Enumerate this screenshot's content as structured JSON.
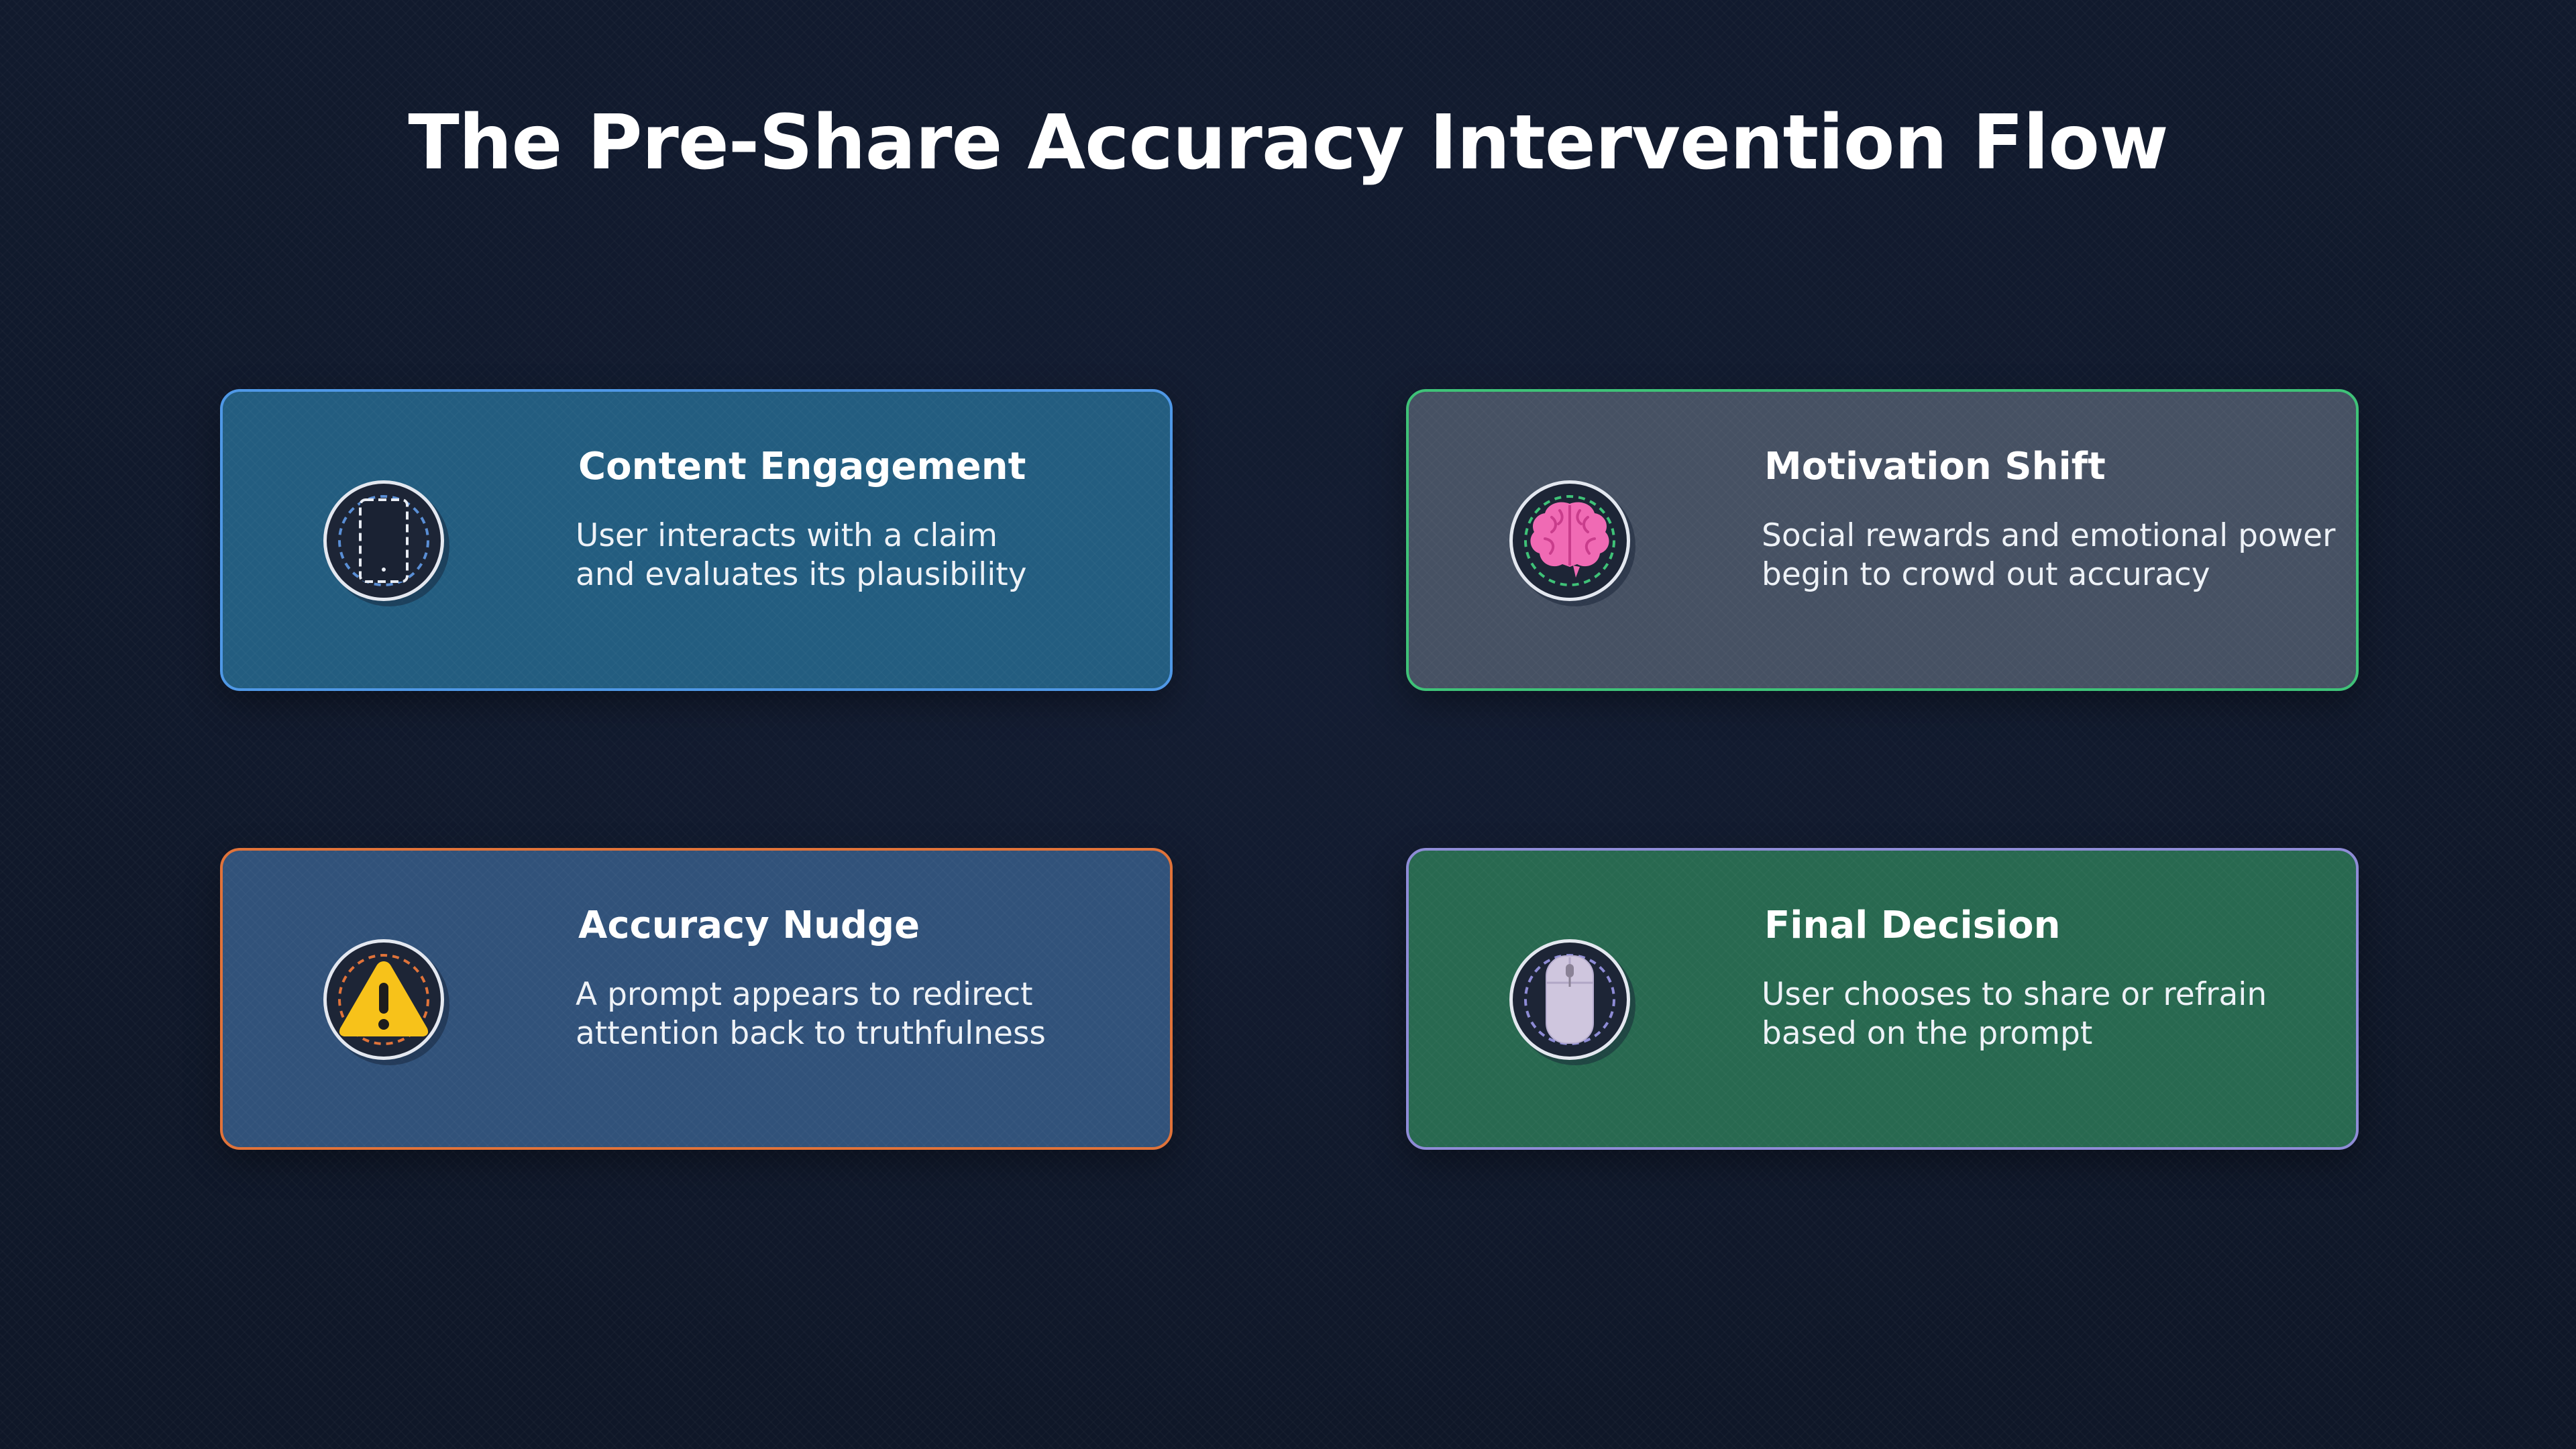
{
  "title": "The Pre-Share Accuracy Intervention Flow",
  "cards": [
    {
      "title": "Content Engagement",
      "desc_lines": [
        "User interacts with a claim",
        "and evaluates its plausibility"
      ],
      "icon": "phone-icon",
      "color": "#235d80",
      "border": "#4f98e6"
    },
    {
      "title": "Motivation Shift",
      "desc_lines": [
        "Social rewards and emotional power",
        "begin to crowd out accuracy"
      ],
      "icon": "brain-icon",
      "color": "#465163",
      "border": "#3fc278"
    },
    {
      "title": "Accuracy Nudge",
      "desc_lines": [
        "A prompt appears to redirect",
        "attention back to truthfulness"
      ],
      "icon": "warning-icon",
      "color": "#31527a",
      "border": "#e0733a"
    },
    {
      "title": "Final Decision",
      "desc_lines": [
        "User chooses to share or refrain",
        "based on the prompt"
      ],
      "icon": "mouse-icon",
      "color": "#286950",
      "border": "#8e8cd6"
    }
  ]
}
